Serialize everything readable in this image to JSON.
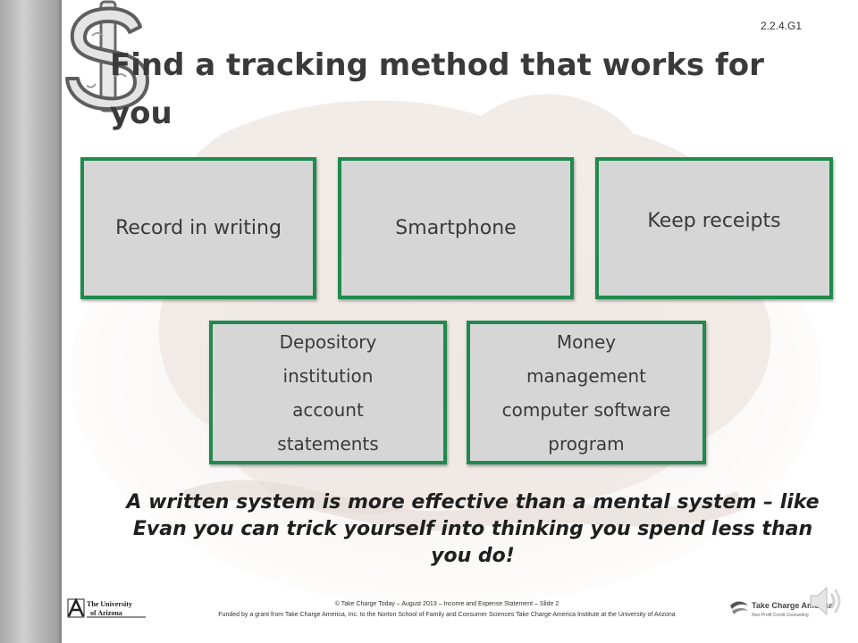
{
  "slide": {
    "code": "2.2.4.G1",
    "title": "Find a tracking method that works for you",
    "methods_top": [
      "Record in writing",
      "Smartphone",
      "Keep receipts"
    ],
    "methods_bottom": [
      [
        "Depository",
        "institution",
        "account",
        "statements"
      ],
      [
        "Money",
        "management",
        "computer software",
        "program"
      ]
    ],
    "note": "A written system is more effective than a mental system – like Evan you can trick yourself into thinking you spend less than you do!",
    "footer_line1": "© Take Charge Today – August 2013 – Income and Expense Statement – Slide 2",
    "footer_line2": "Funded by a grant from Take Charge America, Inc. to the Norton School of Family and Consumer Sciences Take Charge America Institute at the University of Arizona"
  },
  "logos": {
    "university": [
      "The University",
      "of Arizona"
    ],
    "take_charge": "Take Charge America",
    "take_charge_sub": "Non-Profit Credit Counseling"
  },
  "icons": {
    "dollar": "dollar-sign-puzzle-icon",
    "speaker": "speaker-icon"
  },
  "colors": {
    "box_border": "#1f8a4c",
    "box_fill": "#d6d6d6",
    "title": "#3a3a3a"
  }
}
